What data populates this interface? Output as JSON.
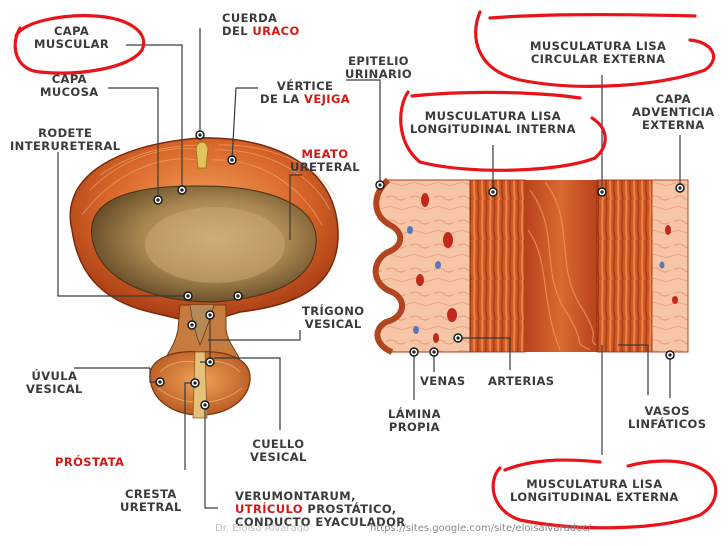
{
  "labels": {
    "capa_muscular": [
      "CAPA",
      "MUSCULAR"
    ],
    "capa_mucosa": [
      "CAPA",
      "MUCOSA"
    ],
    "rodete_interureteral": [
      "RODETE",
      "INTERURETERAL"
    ],
    "cuerda_uraco": {
      "prefix": "CUERDA",
      "line2_prefix": "DEL ",
      "line2_red": "URACO"
    },
    "vertice_vejiga": {
      "line1": "VÉRTICE",
      "line2_prefix": "DE LA ",
      "line2_red": "VEJIGA"
    },
    "meato_ureteral": {
      "red": "MEATO",
      "line2": "URETERAL"
    },
    "epitelio_urinario": [
      "EPITELIO",
      "URINARIO"
    ],
    "musc_circular_externa": [
      "MUSCULATURA LISA",
      "CIRCULAR EXTERNA"
    ],
    "musc_longitudinal_interna": [
      "MUSCULATURA LISA",
      "LONGITUDINAL INTERNA"
    ],
    "capa_adventicia": [
      "CAPA",
      "ADVENTICIA",
      "EXTERNA"
    ],
    "trigono_vesical": [
      "TRÍGONO",
      "VESICAL"
    ],
    "uvula_vesical": [
      "ÚVULA",
      "VESICAL"
    ],
    "prostata": "PRÓSTATA",
    "cuello_vesical": [
      "CUELLO",
      "VESICAL"
    ],
    "cresta_uretral": [
      "CRESTA",
      "URETRAL"
    ],
    "verumontanum": {
      "line1": "VERUMONTARUM,",
      "line2_red": "UTRÍCULO",
      "line2_rest": " PROSTÁTICO,",
      "line3": "CONDUCTO EYACULADOR"
    },
    "venas": "VENAS",
    "arterias": "ARTERIAS",
    "lamina_propia": [
      "LÁMINA",
      "PROPIA"
    ],
    "vasos_linfaticos": [
      "VASOS",
      "LINFÁTICOS"
    ],
    "musc_longitudinal_externa": [
      "MUSCULATURA LISA",
      "LONGITUDINAL EXTERNA"
    ]
  },
  "watermark": {
    "author": "Dr. Eloisa Alvarado",
    "url": "https://sites.google.com/site/eloisalvaradoc/"
  },
  "colors": {
    "label_text": "#3a3a3a",
    "highlight_red": "#d11a16",
    "annotation_circle": "#e8141a",
    "muscle": "#c94f1e"
  }
}
